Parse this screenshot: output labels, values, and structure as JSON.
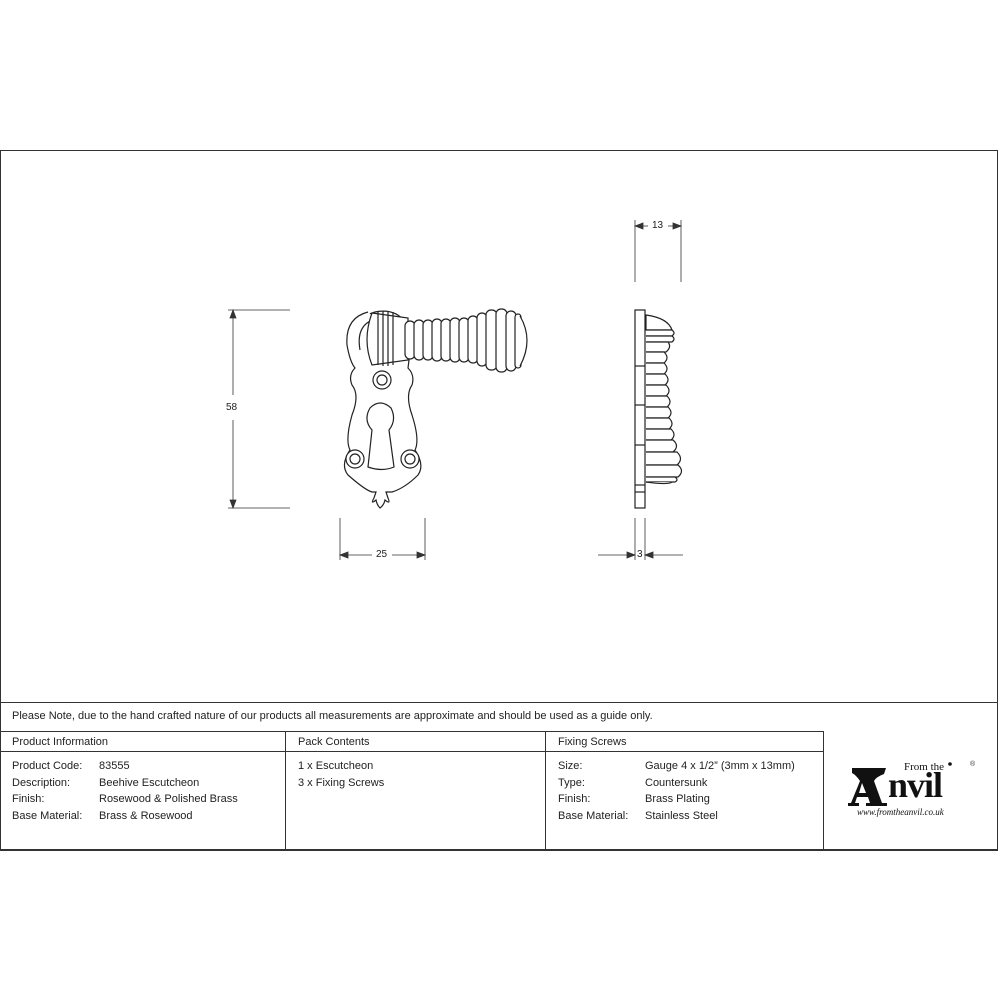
{
  "drawing": {
    "dimensions": {
      "height": "58",
      "width": "25",
      "depth": "13",
      "plate_thickness": "3"
    }
  },
  "note": "Please Note, due to the hand crafted nature of our products all measurements are approximate and should be used as a guide only.",
  "product_information": {
    "heading": "Product Information",
    "rows": [
      {
        "label": "Product Code:",
        "value": "83555"
      },
      {
        "label": "Description:",
        "value": "Beehive Escutcheon"
      },
      {
        "label": "Finish:",
        "value": "Rosewood & Polished Brass"
      },
      {
        "label": "Base Material:",
        "value": "Brass & Rosewood"
      }
    ]
  },
  "pack_contents": {
    "heading": "Pack Contents",
    "items": [
      "1 x Escutcheon",
      "3 x Fixing Screws"
    ]
  },
  "fixing_screws": {
    "heading": "Fixing Screws",
    "rows": [
      {
        "label": "Size:",
        "value": "Gauge 4 x 1/2” (3mm x 13mm)"
      },
      {
        "label": "Type:",
        "value": "Countersunk"
      },
      {
        "label": "Finish:",
        "value": "Brass Plating"
      },
      {
        "label": "Base Material:",
        "value": "Stainless Steel"
      }
    ]
  },
  "logo": {
    "from_the": "From the",
    "anvil": "Anvil",
    "url": "www.fromtheanvil.co.uk",
    "registered": "®"
  }
}
